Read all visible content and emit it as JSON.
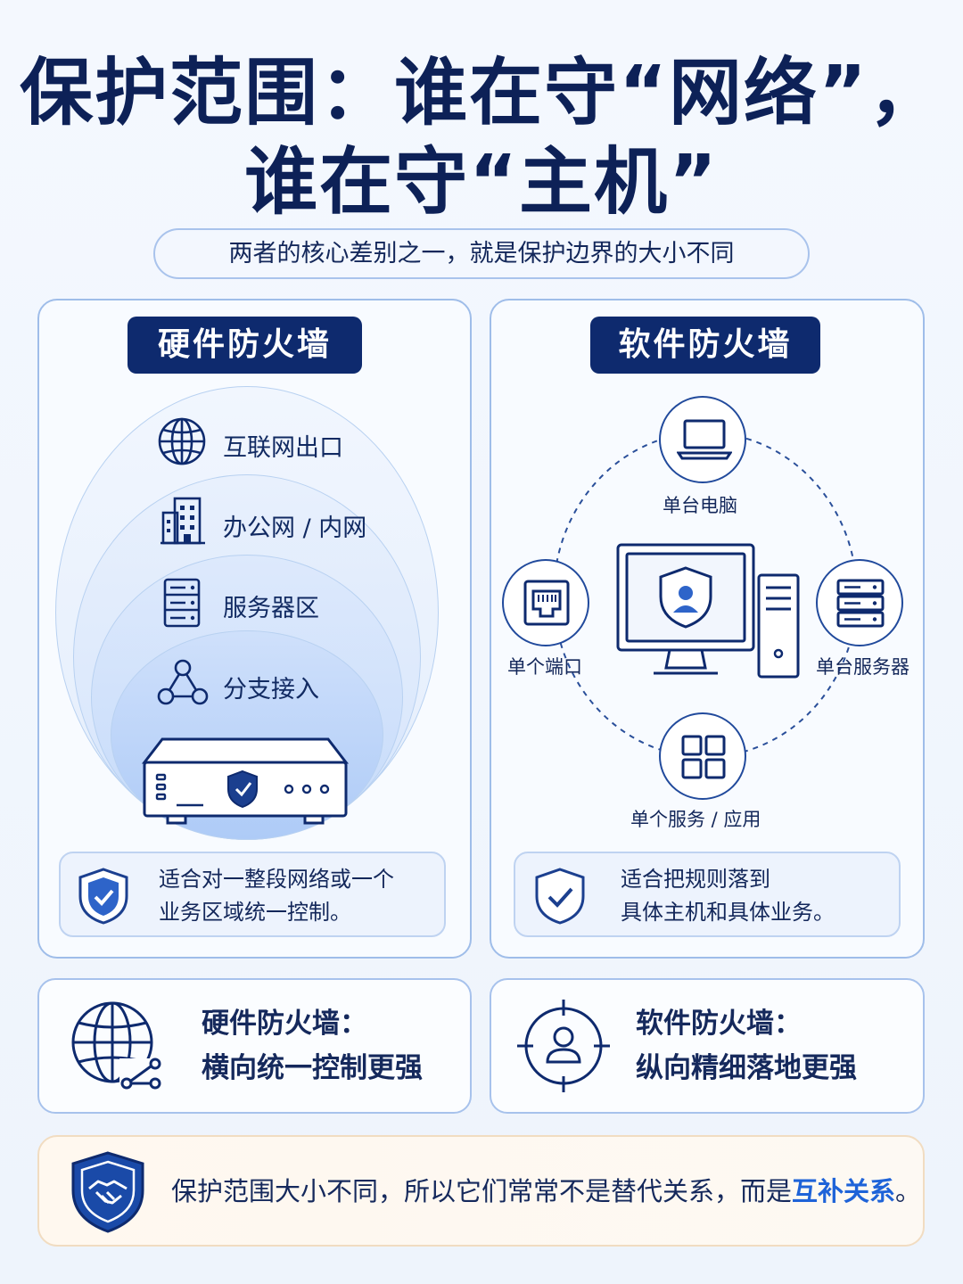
{
  "title": {
    "line1": "保护范围：谁在守“网络”，",
    "line2": "谁在守“主机”"
  },
  "subtitle": "两者的核心差别之一，就是保护边界的大小不同",
  "hardware": {
    "heading": "硬件防火墙",
    "layers": [
      "互联网出口",
      "办公网 / 内网",
      "服务器区",
      "分支接入"
    ],
    "note_line1": "适合对一整段网络或一个",
    "note_line2": "业务区域统一控制。"
  },
  "software": {
    "heading": "软件防火墙",
    "nodes": {
      "top": "单台电脑",
      "left": "单个端口",
      "right": "单台服务器",
      "bottom": "单个服务 / 应用"
    },
    "note_line1": "适合把规则落到",
    "note_line2": "具体主机和具体业务。"
  },
  "summary": {
    "hardware_title": "硬件防火墙：",
    "hardware_desc": "横向统一控制更强",
    "software_title": "软件防火墙：",
    "software_desc": "纵向精细落地更强"
  },
  "conclusion": {
    "text": "保护范围大小不同，所以它们常常不是替代关系，而是",
    "highlight": "互补关系",
    "end": "。"
  },
  "colors": {
    "navy": "#0e2a6e",
    "accent": "#1e63d8",
    "border": "#9fbde9"
  },
  "icons": [
    "globe-icon",
    "building-icon",
    "server-rack-icon",
    "network-nodes-icon",
    "firewall-appliance-icon",
    "laptop-icon",
    "ethernet-port-icon",
    "server-icon",
    "app-grid-icon",
    "computer-shield-icon",
    "shield-check-icon",
    "globe-network-icon",
    "target-user-icon",
    "handshake-shield-icon"
  ]
}
